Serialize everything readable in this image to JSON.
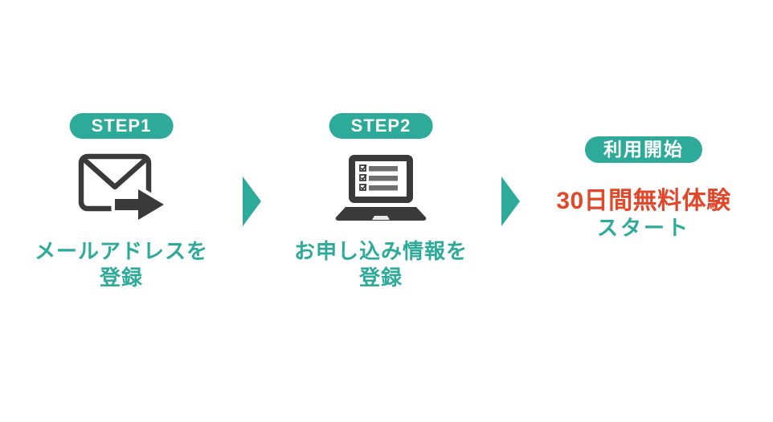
{
  "colors": {
    "teal": "#2daa99",
    "red": "#e2472a",
    "icon_dark": "#3a3a3a",
    "icon_bar_gray": "#6e6e6e",
    "badge_text": "#ffffff",
    "background": "#ffffff"
  },
  "steps": [
    {
      "badge": "STEP1",
      "icon": "email-send-icon",
      "caption_line1": "メールアドレスを",
      "caption_line2": "登録"
    },
    {
      "badge": "STEP2",
      "icon": "laptop-checklist-icon",
      "caption_line1": "お申し込み情報を",
      "caption_line2": "登録"
    }
  ],
  "result": {
    "badge": "利用開始",
    "highlight": "30日間無料体験",
    "subtext": "スタート"
  }
}
